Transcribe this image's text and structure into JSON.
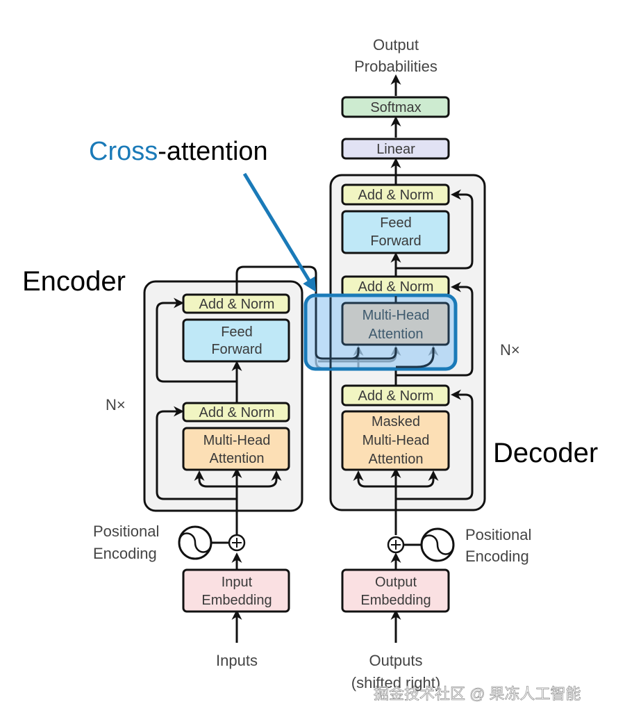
{
  "diagram": {
    "title_encoder": "Encoder",
    "title_decoder": "Decoder",
    "annotation": {
      "highlight": "Cross",
      "rest": "-attention",
      "highlight_color": "#1a7ab8"
    },
    "encoder": {
      "repeat_label": "N×",
      "blocks": {
        "add_norm_top": "Add & Norm",
        "feed_forward": [
          "Feed",
          "Forward"
        ],
        "add_norm_bottom": "Add & Norm",
        "attention": [
          "Multi-Head",
          "Attention"
        ]
      },
      "positional_encoding": [
        "Positional",
        "Encoding"
      ],
      "embedding": [
        "Input",
        "Embedding"
      ],
      "input_label": "Inputs"
    },
    "decoder": {
      "repeat_label": "N×",
      "blocks": {
        "add_norm_top": "Add & Norm",
        "feed_forward": [
          "Feed",
          "Forward"
        ],
        "add_norm_middle": "Add & Norm",
        "cross_attention": [
          "Multi-Head",
          "Attention"
        ],
        "add_norm_bottom": "Add & Norm",
        "masked_attention": [
          "Masked",
          "Multi-Head",
          "Attention"
        ]
      },
      "positional_encoding": [
        "Positional",
        "Encoding"
      ],
      "embedding": [
        "Output",
        "Embedding"
      ],
      "input_label": [
        "Outputs",
        "(shifted right)"
      ]
    },
    "head": {
      "linear": "Linear",
      "softmax": "Softmax",
      "output": [
        "Output",
        "Probabilities"
      ]
    },
    "colors": {
      "add_norm": "#f1f5c2",
      "feed_forward": "#bfe8f7",
      "attention": "#fcdfb5",
      "embedding": "#fae0e2",
      "linear": "#e1e2f4",
      "softmax": "#cdebd0",
      "block_bg": "#f2f2f2",
      "cross_box": "#a8d2f4",
      "cross_border": "#1a7ab8"
    },
    "watermark": "掘金技术社区 @ 果冻人工智能"
  }
}
